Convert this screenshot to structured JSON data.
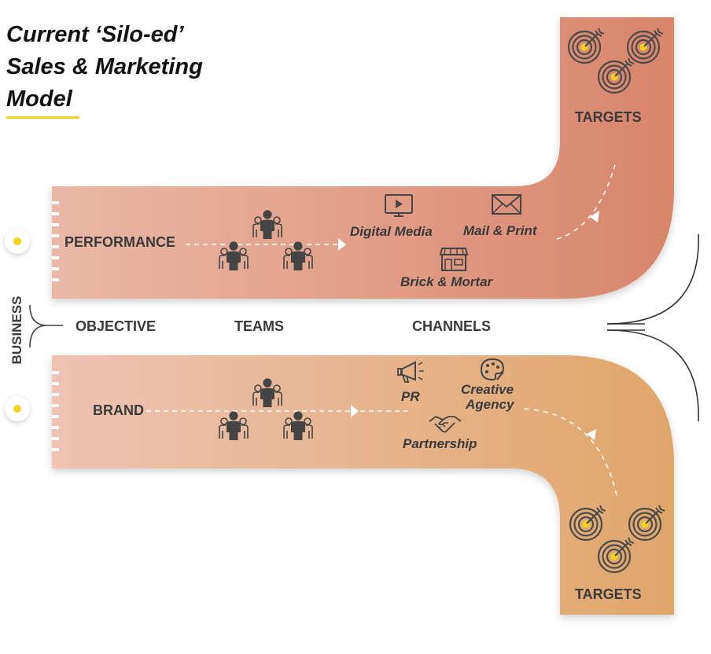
{
  "title": {
    "line1": "Current ‘Silo-ed’",
    "line2": "Sales & Marketing",
    "line3": "Model"
  },
  "side_label": "BUSINESS",
  "columns": {
    "objective": "OBJECTIVE",
    "teams": "TEAMS",
    "channels": "CHANNELS"
  },
  "performance": {
    "label": "PERFORMANCE",
    "channels": [
      "Digital Media",
      "Mail & Print",
      "Brick & Mortar"
    ],
    "targets_label": "TARGETS"
  },
  "brand": {
    "label": "BRAND",
    "channels": [
      "PR",
      "Creative",
      "Agency",
      "Partnership"
    ],
    "targets_label": "TARGETS"
  },
  "colors": {
    "performance_start": "#eab9a5",
    "performance_end": "#d8856a",
    "brand_start": "#efc3b3",
    "brand_end": "#dfa66b",
    "accent_dot": "#f4d31c",
    "text": "#3a3a3a"
  },
  "icons": {
    "team": "team-people-icon",
    "digital_media": "monitor-play-icon",
    "mail_print": "envelope-icon",
    "brick_mortar": "storefront-icon",
    "pr": "megaphone-icon",
    "creative_agency": "palette-icon",
    "partnership": "handshake-icon",
    "targets": "target-bullseye-icon"
  }
}
